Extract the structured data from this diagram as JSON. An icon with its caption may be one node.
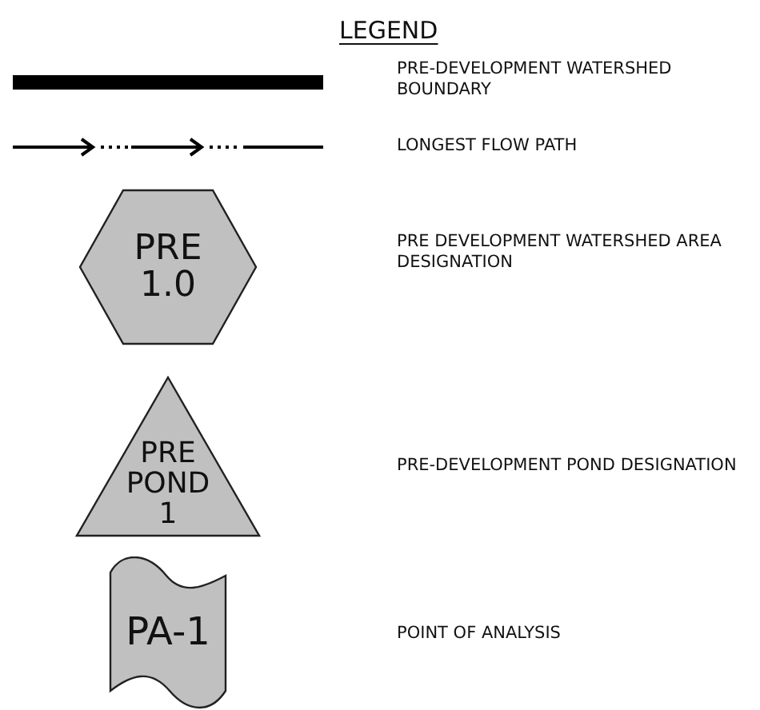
{
  "diagram": {
    "title": "LEGEND",
    "nodes": [
      {
        "text": [
          "PRE 1.0"
        ]
      },
      {
        "text": [
          "PRE POND 1"
        ]
      },
      {
        "text": [
          "PA-1"
        ]
      }
    ],
    "edges": [],
    "legend": [
      {
        "text": "PRE-DEVELOPMENT WATERSHED BOUNDARY"
      },
      {
        "text": "LONGEST FLOW PATH"
      },
      {
        "text": "PRE DEVELOPMENT WATERSHED AREA DESIGNATION"
      },
      {
        "text": "PRE-DEVELOPMENT POND DESIGNATION"
      },
      {
        "text": "POINT OF ANALYSIS"
      }
    ]
  }
}
